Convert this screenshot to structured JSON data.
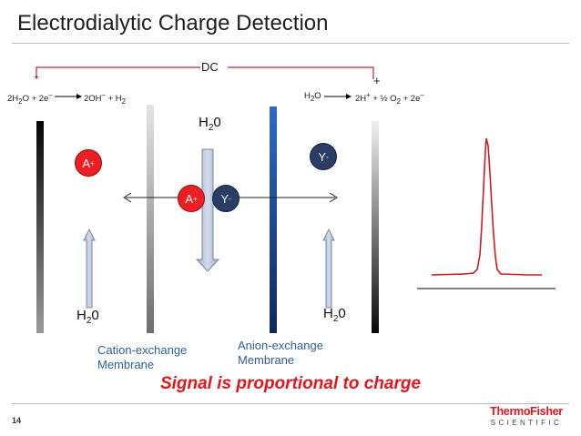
{
  "title": "Electrodialytic Charge Detection",
  "dc_label": "DC",
  "minus_sign": "-",
  "plus_sign": "+",
  "cathode_reaction": {
    "left": "2H",
    "sub1": "2",
    "mid1": "O + 2e",
    "sup1": "–",
    "right": "2OH",
    "sup2": "–",
    "tail": " + H",
    "sub2": "2"
  },
  "anode_reaction": {
    "left": "H",
    "sub1": "2",
    "mid1": "O",
    "right": "2H",
    "sup1": "+",
    "tail": " + ½ O",
    "sub2": "2",
    "tail2": " + 2e",
    "sup2": "–"
  },
  "water_center": {
    "base": "H",
    "sub": "2",
    "end": "0"
  },
  "water_left": {
    "base": "H",
    "sub": "2",
    "end": "0"
  },
  "water_right": {
    "base": "H",
    "sub": "2",
    "end": "0"
  },
  "ions": {
    "a_left": {
      "base": "A",
      "sup": "+"
    },
    "a_center": {
      "base": "A",
      "sup": "+"
    },
    "y_center": {
      "base": "Y",
      "sup": "-"
    },
    "y_right": {
      "base": "Y",
      "sup": "-"
    }
  },
  "cation_membrane": "Cation-exchange\nMembrane",
  "anion_membrane": "Anion-exchange\nMembrane",
  "signal_text": "Signal is proportional to charge",
  "page_number": "14",
  "logo": {
    "top": "ThermoFisher",
    "bottom": "SCIENTIFIC"
  },
  "colors": {
    "ion_a": "#ee1f24",
    "ion_y": "#2a3d66",
    "signal": "#e3161c",
    "trace": "#d11a1f",
    "wire": "#c0272d",
    "anion_membrane": "#1e5aa8"
  }
}
